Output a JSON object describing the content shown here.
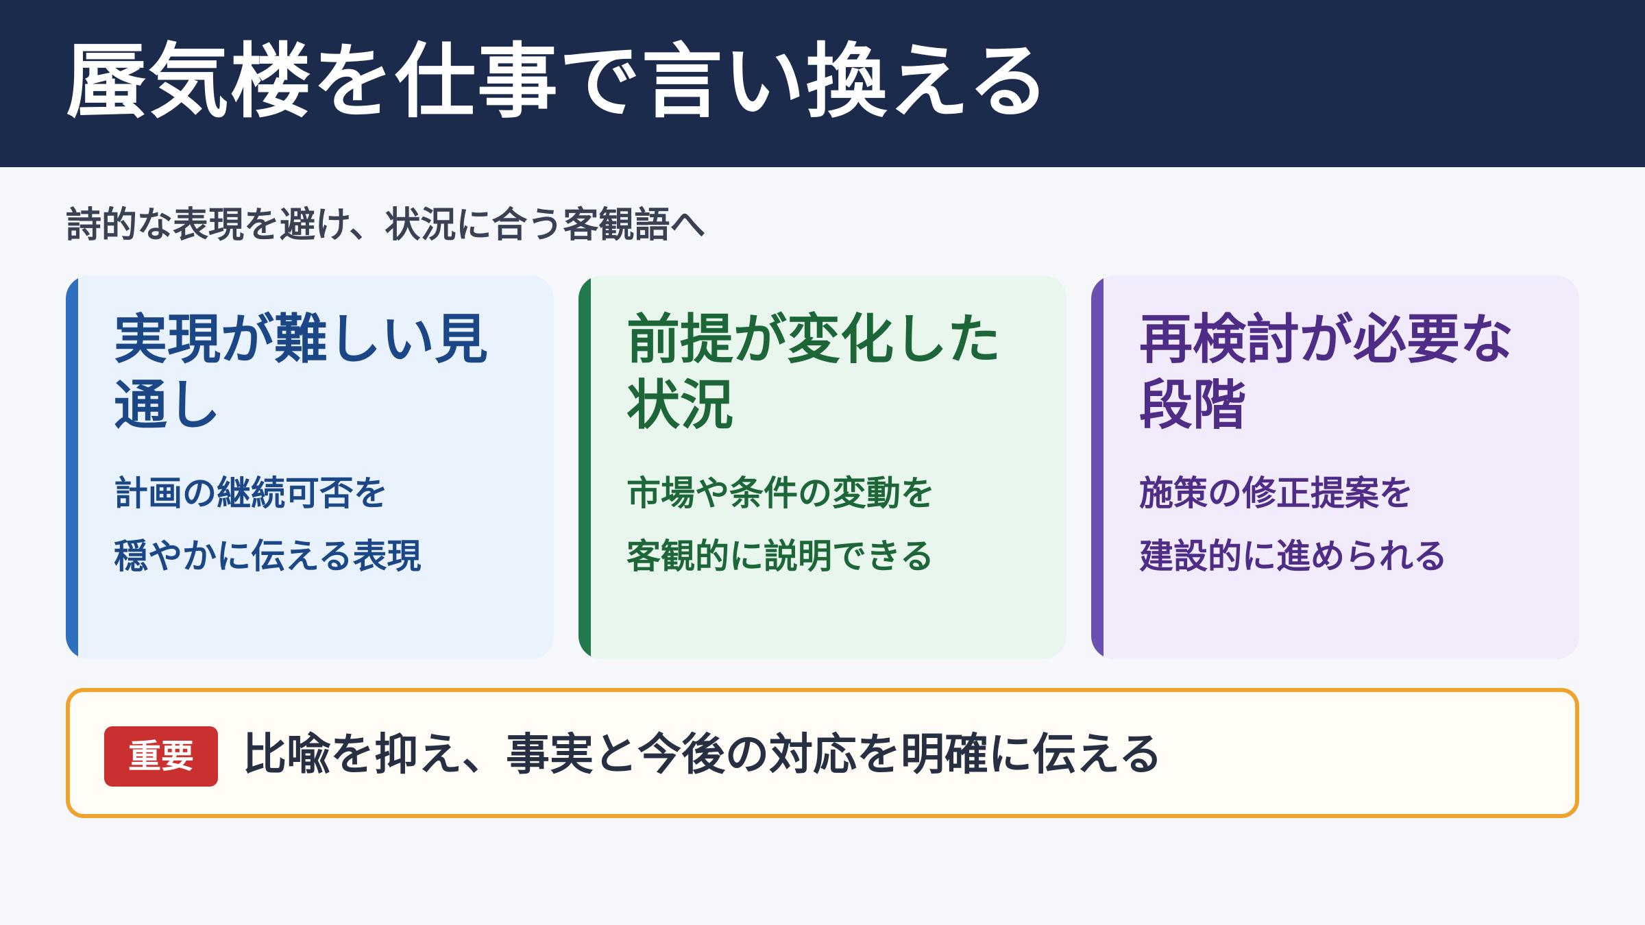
{
  "title": "蜃気楼を仕事で言い換える",
  "subtitle": "詩的な表現を避け、状況に合う客観語へ",
  "cards": [
    {
      "heading_lines": [
        "実現が難しい見",
        "通し"
      ],
      "body_lines": [
        "計画の継続可否を",
        "穏やかに伝える表現"
      ],
      "accent_color": "#2f6fc0",
      "background_color": "#eaf2fe"
    },
    {
      "heading_lines": [
        "前提が変化した",
        "状況"
      ],
      "body_lines": [
        "市場や条件の変動を",
        "客観的に説明できる"
      ],
      "accent_color": "#227a4c",
      "background_color": "#e9f6ee"
    },
    {
      "heading_lines": [
        "再検討が必要な",
        "段階"
      ],
      "body_lines": [
        "施策の修正提案を",
        "建設的に進められる"
      ],
      "accent_color": "#6b4fb1",
      "background_color": "#f1ebfc"
    }
  ],
  "callout": {
    "badge": "重要",
    "text": "比喩を抑え、事実と今後の対応を明確に伝える",
    "border_color": "#eea32e",
    "badge_color": "#c9302f"
  }
}
